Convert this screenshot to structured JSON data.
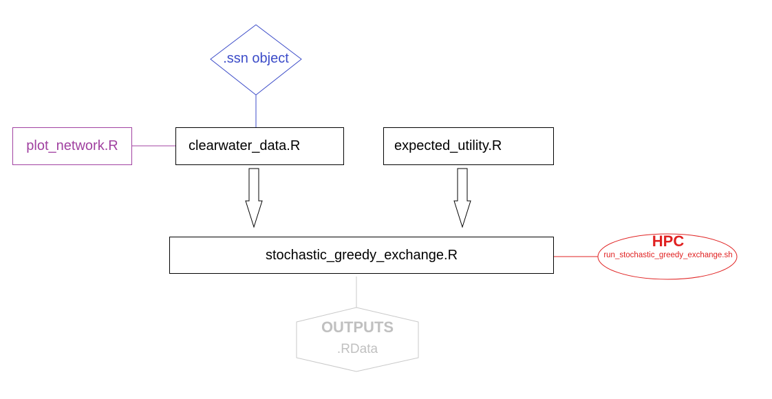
{
  "nodes": {
    "ssn_object": {
      "label": ".ssn object",
      "color": "#3b4bc8"
    },
    "plot_network": {
      "label": "plot_network.R",
      "color": "#a040a0"
    },
    "clearwater_data": {
      "label": "clearwater_data.R"
    },
    "expected_utility": {
      "label": "expected_utility.R"
    },
    "stochastic_greedy_exchange": {
      "label": "stochastic_greedy_exchange.R"
    },
    "hpc": {
      "title": "HPC",
      "subtitle": "run_stochastic_greedy_exchange.sh",
      "color": "#e02020"
    },
    "outputs": {
      "title": "OUTPUTS",
      "subtitle": ".RData",
      "color": "#c0c0c0"
    }
  }
}
